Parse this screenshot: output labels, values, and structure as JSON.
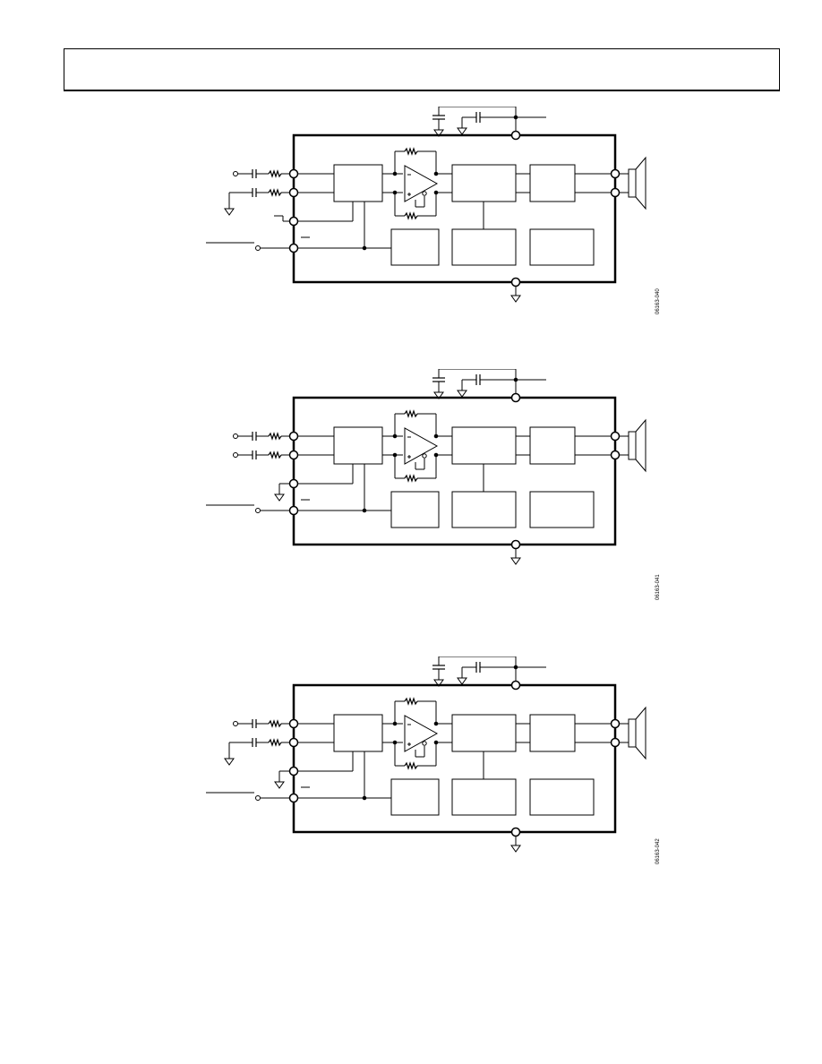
{
  "header": {
    "text": ""
  },
  "figures": [
    {
      "id": "figure-1",
      "ref": "06163-040",
      "inputs": "single-ended"
    },
    {
      "id": "figure-2",
      "ref": "06163-041",
      "inputs": "differential"
    },
    {
      "id": "figure-3",
      "ref": "06163-042",
      "inputs": "single-ended"
    }
  ],
  "colors": {
    "line": "#000000",
    "background": "#ffffff"
  }
}
